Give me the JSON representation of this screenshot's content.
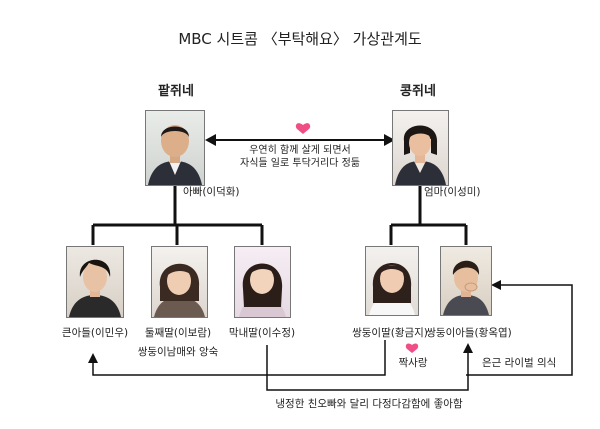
{
  "title": "MBC 시트콤 〈부탁해요〉 가상관계도",
  "families": {
    "left": "팥쥐네",
    "right": "콩쥐네"
  },
  "relation_note": {
    "line1": "우연히 함께 살게 되면서",
    "line2": "자식들 일로 투닥거리다 정듦"
  },
  "people": {
    "father": "아빠(이덕화)",
    "mother": "엄마(이성미)",
    "eldest_son": "큰아들(이민우)",
    "second_daughter": "둘째딸(이보람)",
    "youngest_daughter": "막내딸(이수정)",
    "twin_daughter": "쌍둥이딸(황금지)",
    "twin_son": "쌍둥이아들(황옥엽)"
  },
  "annotations": {
    "twins_note": "쌍둥이남매와 앙숙",
    "crush": "짝사랑",
    "rival": "은근 라이벌 의식",
    "bottom": "냉정한 친오빠와 달리 다정다감함에 좋아함"
  },
  "colors": {
    "line": "#111111",
    "heart": "#ef4f86",
    "suit": "#2d2f38"
  }
}
